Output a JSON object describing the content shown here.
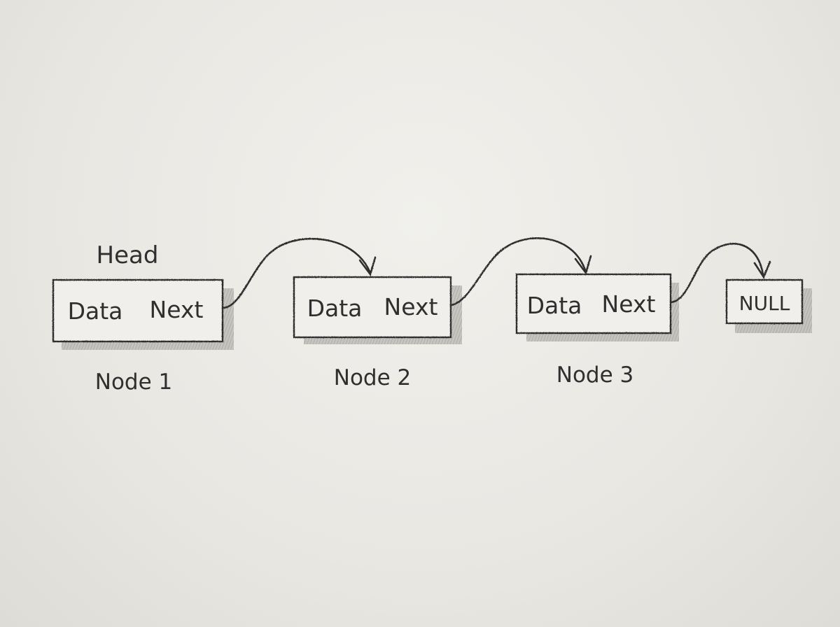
{
  "diagram": {
    "head_label": "Head",
    "nodes": [
      {
        "data_label": "Data",
        "next_label": "Next",
        "caption": "Node 1"
      },
      {
        "data_label": "Data",
        "next_label": "Next",
        "caption": "Node 2"
      },
      {
        "data_label": "Data",
        "next_label": "Next",
        "caption": "Node 3"
      }
    ],
    "null_label": "NULL",
    "colors": {
      "paper": "#ecebe7",
      "ink": "#2f2f2f",
      "shadow": "#9a9a96"
    }
  }
}
